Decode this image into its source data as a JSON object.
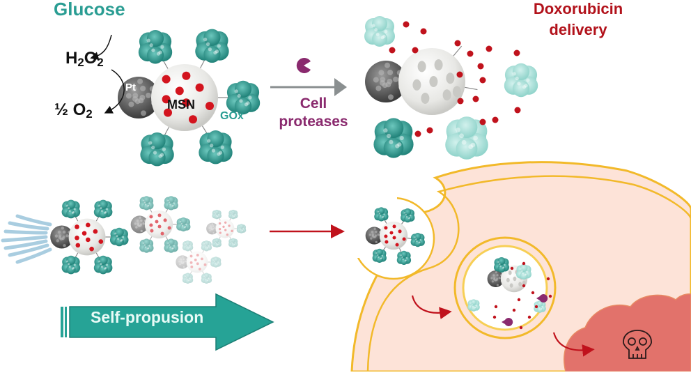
{
  "labels": {
    "glucose": "Glucose",
    "h2o2_main": "H",
    "h2o2_sub1": "2",
    "h2o2_o": "O",
    "h2o2_sub2": "2",
    "o2_half": "½ O",
    "o2_sub": "2",
    "pt": "Pt",
    "msn": "MSN",
    "gox": "GOx",
    "cell_proteases_line1": "Cell",
    "cell_proteases_line2": "proteases",
    "doxorubicin_line1": "Doxorubicin",
    "doxorubicin_line2": "delivery",
    "self_propulsion": "Self-propusion"
  },
  "icons": {
    "protease": "pacman-icon",
    "death": "skull-icon"
  },
  "colors": {
    "teal": "#2a9d93",
    "arrow_teal": "#26a396",
    "drug_red": "#c0121c",
    "protease_purple": "#8a2a6e",
    "cell_fill": "#fde3d8",
    "membrane": "#f2b92a",
    "dead_cell": "#e2726b",
    "platinum": "#5a5a5a",
    "msn": "#ececea"
  }
}
